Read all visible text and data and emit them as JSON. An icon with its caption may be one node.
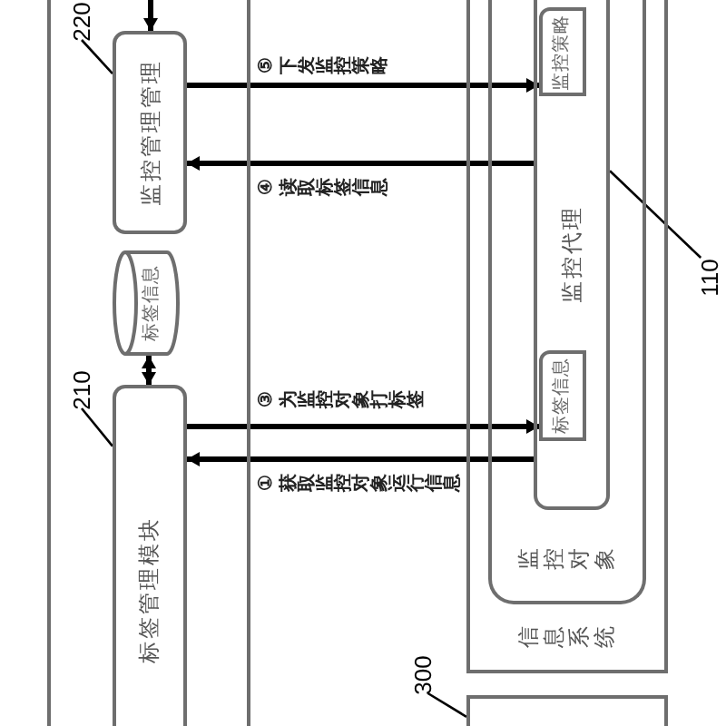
{
  "diagram": {
    "nodes": [
      {
        "text": [],
        "shape": "box"
      },
      {
        "text": [
          "220"
        ],
        "in": 0
      },
      {
        "text": [
          "监控管理管理"
        ],
        "in": 0
      },
      {
        "text": [
          "标签信息"
        ],
        "in": 0
      },
      {
        "text": [
          "210"
        ],
        "in": 0
      },
      {
        "text": [
          "标签管理模块"
        ],
        "in": 0
      },
      {
        "text": [
          "信息系统"
        ]
      },
      {
        "text": [
          "监控对象"
        ],
        "in": 6
      },
      {
        "text": [
          "监控代理"
        ],
        "in": 7
      },
      {
        "text": [
          "监控策略"
        ],
        "in": 8
      },
      {
        "text": [
          "标签信息"
        ],
        "in": 8
      },
      {
        "text": [
          "110"
        ]
      },
      {
        "text": [
          "300"
        ]
      },
      {
        "text": [],
        "shape": "box"
      }
    ],
    "edges": [
      {
        "from": null,
        "to": 2,
        "arrow": "to"
      },
      {
        "from": 2,
        "to": 9,
        "arrow": "to",
        "label": "⑤ 下发监控策略"
      },
      {
        "from": 8,
        "to": 2,
        "arrow": "to",
        "label": "④ 读取标签信息"
      },
      {
        "from": 3,
        "to": 5,
        "arrow": "both"
      },
      {
        "from": 5,
        "to": 10,
        "arrow": "to",
        "label": "③ 为监控对象打标签"
      },
      {
        "from": 8,
        "to": 5,
        "arrow": "to",
        "label": "① 获取监控对象运行信息"
      },
      {
        "from": 1,
        "to": 2,
        "arrow": "none"
      },
      {
        "from": 4,
        "to": 5,
        "arrow": "none"
      },
      {
        "from": 11,
        "to": 8,
        "arrow": "none"
      },
      {
        "from": 12,
        "to": 13,
        "arrow": "none"
      }
    ]
  }
}
